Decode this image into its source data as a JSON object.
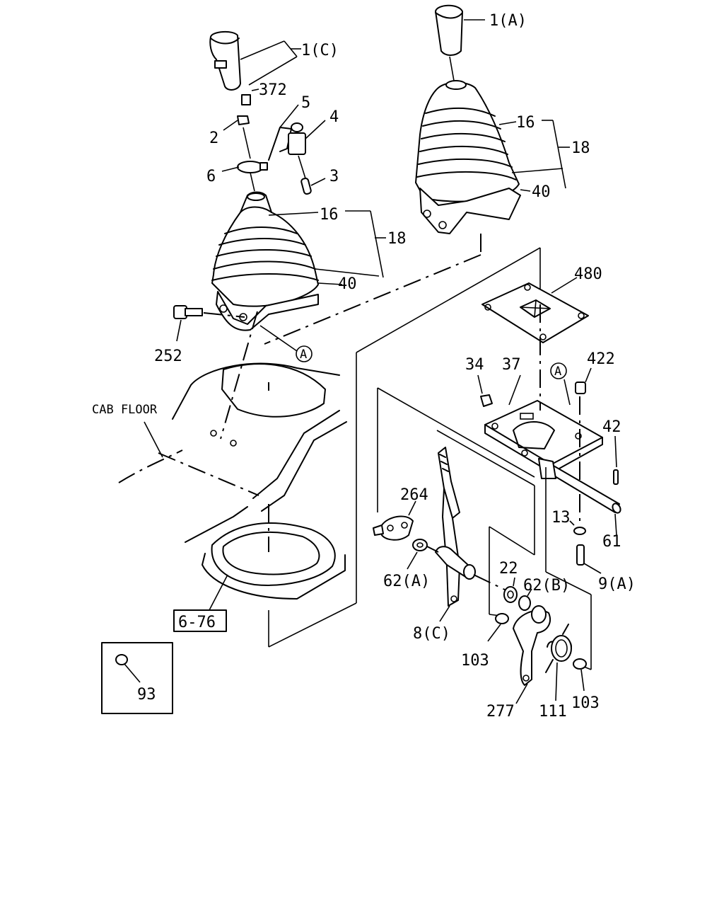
{
  "labels": {
    "knob_a": "1(A)",
    "knob_c": "1(C)",
    "bolt_372": "372",
    "bracket_5": "5",
    "switch_4": "4",
    "nut_2": "2",
    "clamp_6": "6",
    "pin_3": "3",
    "boot_16_left": "16",
    "boot_18_left": "18",
    "plate_40_left": "40",
    "boot_16_right": "16",
    "boot_18_right": "18",
    "plate_40_right": "40",
    "bolt_252": "252",
    "callout_a_left": "A",
    "callout_a_right": "A",
    "cab_floor": "CAB FLOOR",
    "ref_box": "6-76",
    "plate_480": "480",
    "nut_34": "34",
    "bracket_37": "37",
    "bush_422": "422",
    "pin_42": "42",
    "shaft_61": "61",
    "washer_13": "13",
    "bolt_9a": "9(A)",
    "clamp_264": "264",
    "bush_62a": "62(A)",
    "bush_22": "22",
    "bush_62b": "62(B)",
    "lever_8c": "8(C)",
    "collar_103_left": "103",
    "collar_103_right": "103",
    "arm_277": "277",
    "spring_111": "111",
    "cap_93": "93"
  }
}
